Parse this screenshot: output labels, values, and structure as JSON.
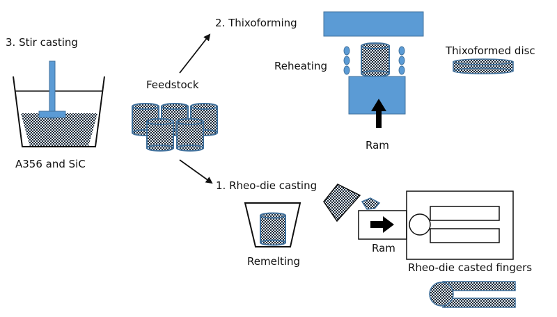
{
  "labels": {
    "stir_casting": "3.  Stir casting",
    "a356_sic": "A356 and SiC",
    "feedstock": "Feedstock",
    "thixoforming": "2.  Thixoforming",
    "reheating": "Reheating",
    "thixoformed_disc": "Thixoformed disc",
    "ram_top": "Ram",
    "rheo_die_casting": "1.  Rheo-die casting",
    "remelting": "Remelting",
    "ram_bottom": "Ram",
    "rheo_die_fingers": "Rheo-die casted fingers"
  },
  "colors": {
    "blue": "#5b9bd5",
    "blue_stroke": "#41719c",
    "mesh_dark": "#1f2a36",
    "mesh_light": "#dfe7ef",
    "ink": "#111111"
  }
}
